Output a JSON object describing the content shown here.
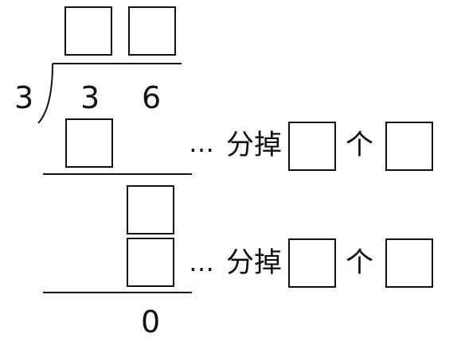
{
  "divisor": "3",
  "dividend": [
    "3",
    "6"
  ],
  "remainder": "0",
  "steps": [
    {
      "dots": "…",
      "text1": "分掉",
      "text2": "个"
    },
    {
      "dots": "…",
      "text1": "分掉",
      "text2": "个"
    }
  ]
}
